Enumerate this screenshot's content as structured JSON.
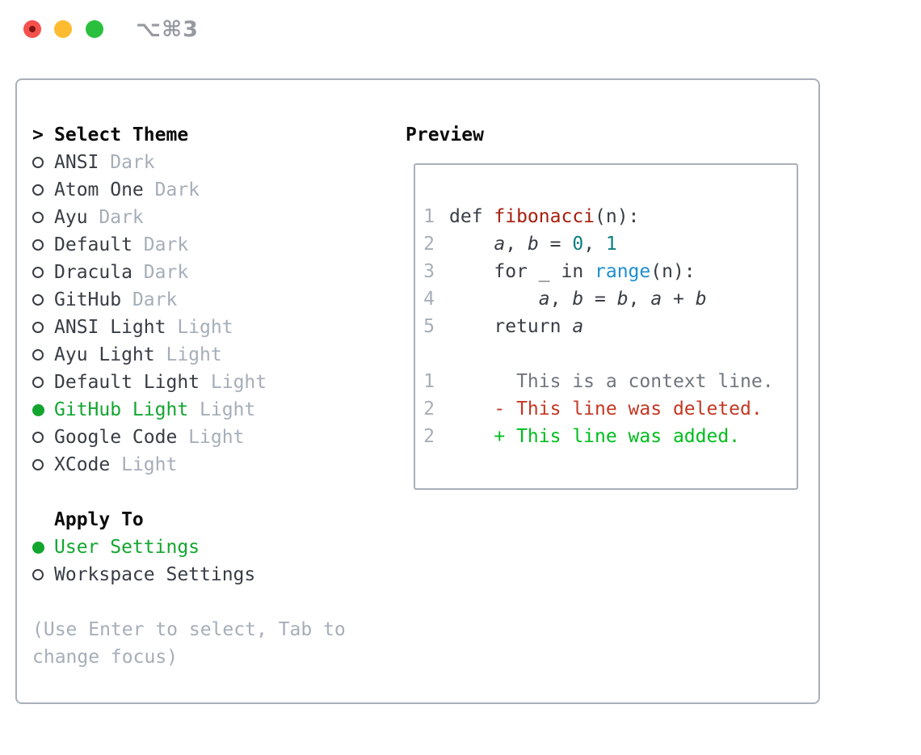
{
  "titlebar": {
    "shortcut": "⌥⌘3"
  },
  "theme_list": {
    "header_marker": ">",
    "header": "Select Theme",
    "items": [
      {
        "name": "ANSI",
        "variant": "Dark",
        "selected": false
      },
      {
        "name": "Atom One",
        "variant": "Dark",
        "selected": false
      },
      {
        "name": "Ayu",
        "variant": "Dark",
        "selected": false
      },
      {
        "name": "Default",
        "variant": "Dark",
        "selected": false
      },
      {
        "name": "Dracula",
        "variant": "Dark",
        "selected": false
      },
      {
        "name": "GitHub",
        "variant": "Dark",
        "selected": false
      },
      {
        "name": "ANSI Light",
        "variant": "Light",
        "selected": false
      },
      {
        "name": "Ayu Light",
        "variant": "Light",
        "selected": false
      },
      {
        "name": "Default Light",
        "variant": "Light",
        "selected": false
      },
      {
        "name": "GitHub Light",
        "variant": "Light",
        "selected": true
      },
      {
        "name": "Google Code",
        "variant": "Light",
        "selected": false
      },
      {
        "name": "XCode",
        "variant": "Light",
        "selected": false
      }
    ]
  },
  "apply_to": {
    "header": "Apply To",
    "items": [
      {
        "label": "User Settings",
        "selected": true
      },
      {
        "label": "Workspace Settings",
        "selected": false
      }
    ]
  },
  "hint": "(Use Enter to select, Tab to change focus)",
  "preview": {
    "title": "Preview",
    "lines": [
      {
        "kind": "code-line",
        "num": "1",
        "segments": [
          {
            "text": "def ",
            "style": "plain"
          },
          {
            "text": "fibonacci",
            "style": "func"
          },
          {
            "text": "(n):",
            "style": "plain"
          }
        ]
      },
      {
        "kind": "code-line",
        "num": "2",
        "segments": [
          {
            "text": "    ",
            "style": "plain"
          },
          {
            "text": "a",
            "style": "var"
          },
          {
            "text": ", ",
            "style": "plain"
          },
          {
            "text": "b",
            "style": "var"
          },
          {
            "text": " = ",
            "style": "plain"
          },
          {
            "text": "0",
            "style": "num"
          },
          {
            "text": ", ",
            "style": "plain"
          },
          {
            "text": "1",
            "style": "num"
          }
        ]
      },
      {
        "kind": "code-line",
        "num": "3",
        "segments": [
          {
            "text": "    for _ in ",
            "style": "plain"
          },
          {
            "text": "range",
            "style": "builtin"
          },
          {
            "text": "(n):",
            "style": "plain"
          }
        ]
      },
      {
        "kind": "code-line",
        "num": "4",
        "segments": [
          {
            "text": "        ",
            "style": "plain"
          },
          {
            "text": "a",
            "style": "var"
          },
          {
            "text": ", ",
            "style": "plain"
          },
          {
            "text": "b",
            "style": "var"
          },
          {
            "text": " = ",
            "style": "plain"
          },
          {
            "text": "b",
            "style": "var"
          },
          {
            "text": ", ",
            "style": "plain"
          },
          {
            "text": "a",
            "style": "var"
          },
          {
            "text": " + ",
            "style": "plain"
          },
          {
            "text": "b",
            "style": "var"
          }
        ]
      },
      {
        "kind": "code-line",
        "num": "5",
        "segments": [
          {
            "text": "    return ",
            "style": "plain"
          },
          {
            "text": "a",
            "style": "var"
          }
        ]
      },
      {
        "kind": "blank-line",
        "num": "",
        "segments": []
      },
      {
        "kind": "diff-context-line",
        "num": "1",
        "segments": [
          {
            "text": "      This is a context line.",
            "style": "context"
          }
        ]
      },
      {
        "kind": "diff-deleted-line",
        "num": "2",
        "segments": [
          {
            "text": "    - This line was deleted.",
            "style": "deleted"
          }
        ]
      },
      {
        "kind": "diff-added-line",
        "num": "2",
        "segments": [
          {
            "text": "    + This line was added.",
            "style": "added"
          }
        ]
      }
    ]
  },
  "colors": {
    "accent_green": "#13a62f",
    "added_green": "#00bd1d",
    "deleted_red": "#c53723",
    "function_red": "#a71d0d",
    "number_teal": "#0d7e80",
    "builtin_blue": "#1e8fd0",
    "muted_gray": "#a6aeb9",
    "context_gray": "#6f767e",
    "text_dark": "#383d45",
    "border_gray": "#a9b0ba",
    "traffic_red": "#f4514d",
    "traffic_yellow": "#fdbc2f",
    "traffic_green": "#2ac03e"
  }
}
